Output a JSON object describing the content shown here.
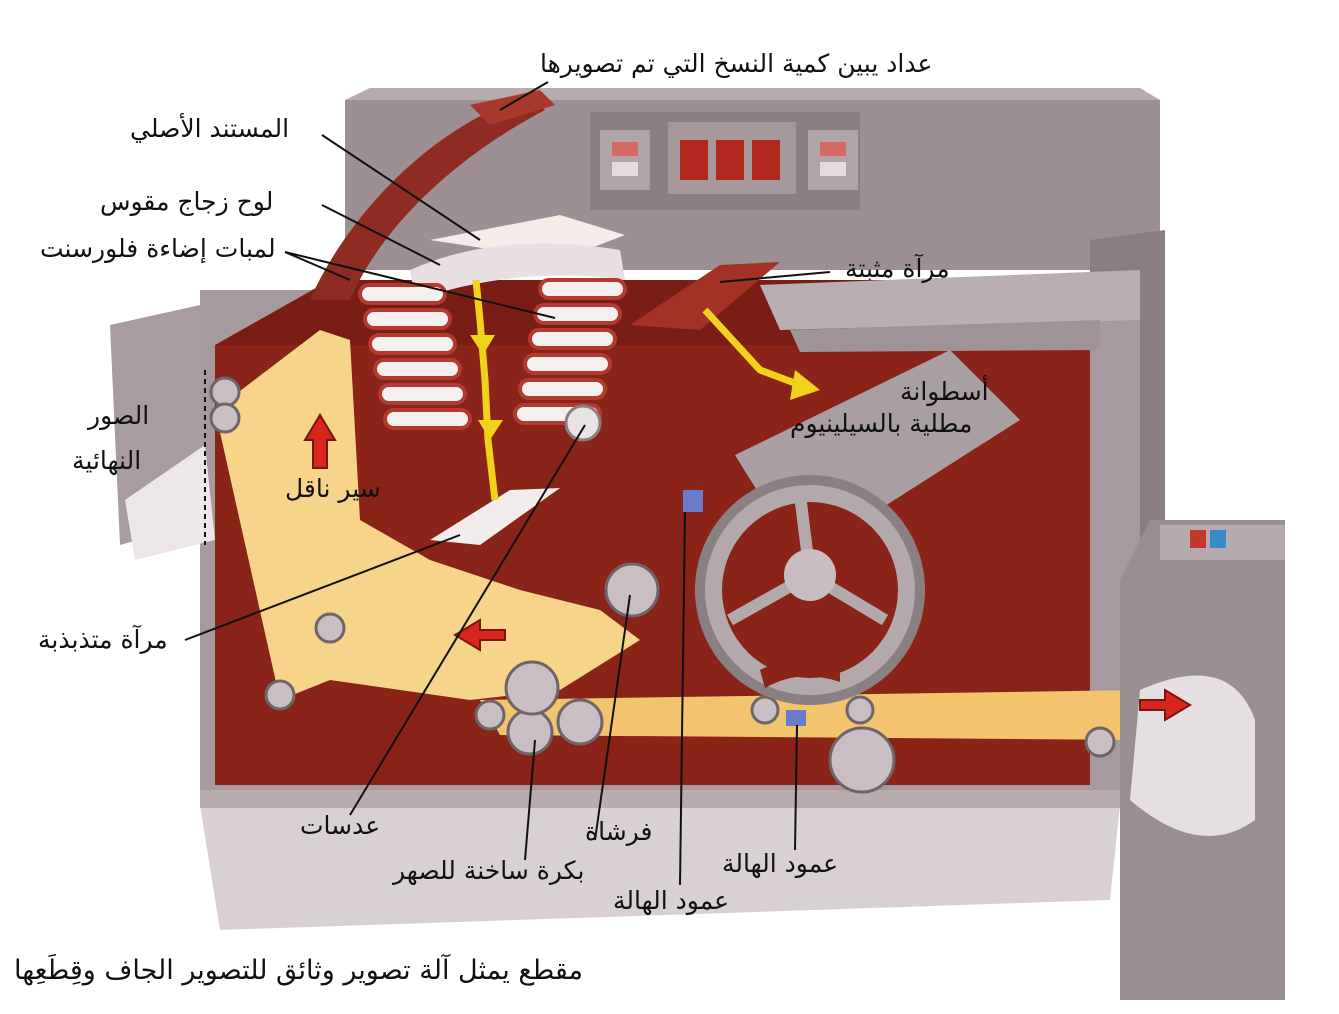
{
  "caption": "مقطع يمثل آلة تصوير وثائق للتصوير الجاف وقِطَعِها",
  "labels": {
    "counter": "عداد يبين كمية النسخ التي تم تصويرها",
    "original_document": "المستند الأصلي",
    "curved_glass": "لوح زجاج مقوس",
    "fluorescent_lamps": "لمبات إضاءة فلورسنت",
    "fixed_mirror": "مرآة مثبتة",
    "selenium_drum_line1": "أسطوانة",
    "selenium_drum_line2": "مطلية بالسيلينيوم",
    "final_images_line1": "الصور",
    "final_images_line2": "النهائية",
    "conveyor_belt": "سير ناقل",
    "oscillating_mirror": "مرآة متذبذبة",
    "lenses": "عدسات",
    "brush": "فرشاة",
    "heated_roller": "بكرة ساخنة للصهر",
    "corona_wire_1": "عمود الهالة",
    "corona_wire_2": "عمود الهالة"
  },
  "colors": {
    "machine_body": "#9c8f93",
    "interior": "#8a2318",
    "paper_belt": "#f6d48a",
    "light_ray": "#f1d21a",
    "arrow": "#d8261c"
  },
  "icons": [
    "up-arrow-icon",
    "left-arrow-icon",
    "right-arrow-icon",
    "drum-rotation-arrow-icon"
  ]
}
